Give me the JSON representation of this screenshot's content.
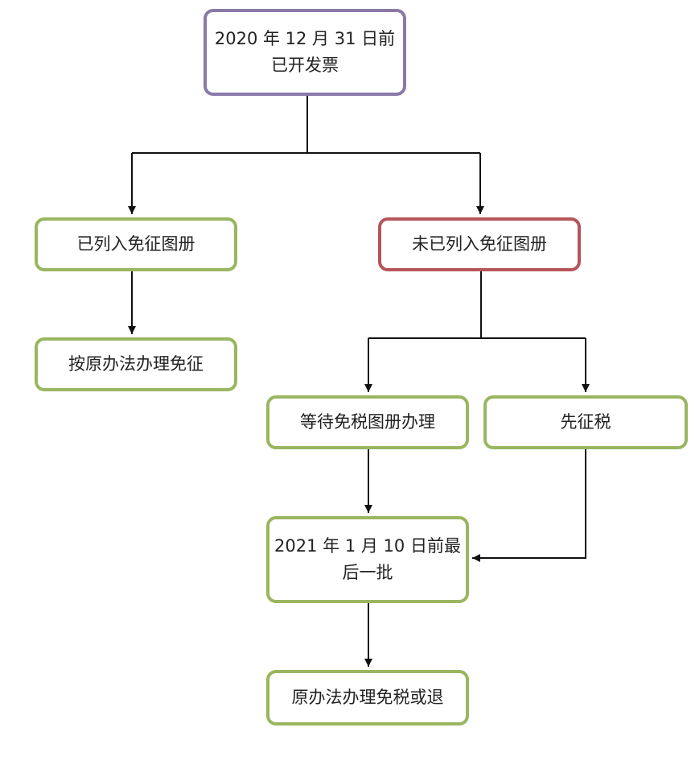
{
  "nodes": {
    "root": "2020 年 12 月 31 日前\n已开发票",
    "listed": "已列入免征图册",
    "unlisted": "未已列入免征图册",
    "original_method": "按原办法办理免征",
    "wait": "等待免税图册办理",
    "tax_first": "先征税",
    "last_batch": "2021 年 1 月 10 日前最\n后一批",
    "final": "原办法办理免税或退"
  },
  "colors": {
    "root_border": "#8a7aa8",
    "green_border": "#9ab660",
    "red_border": "#b5555a",
    "connector": "#111111"
  }
}
